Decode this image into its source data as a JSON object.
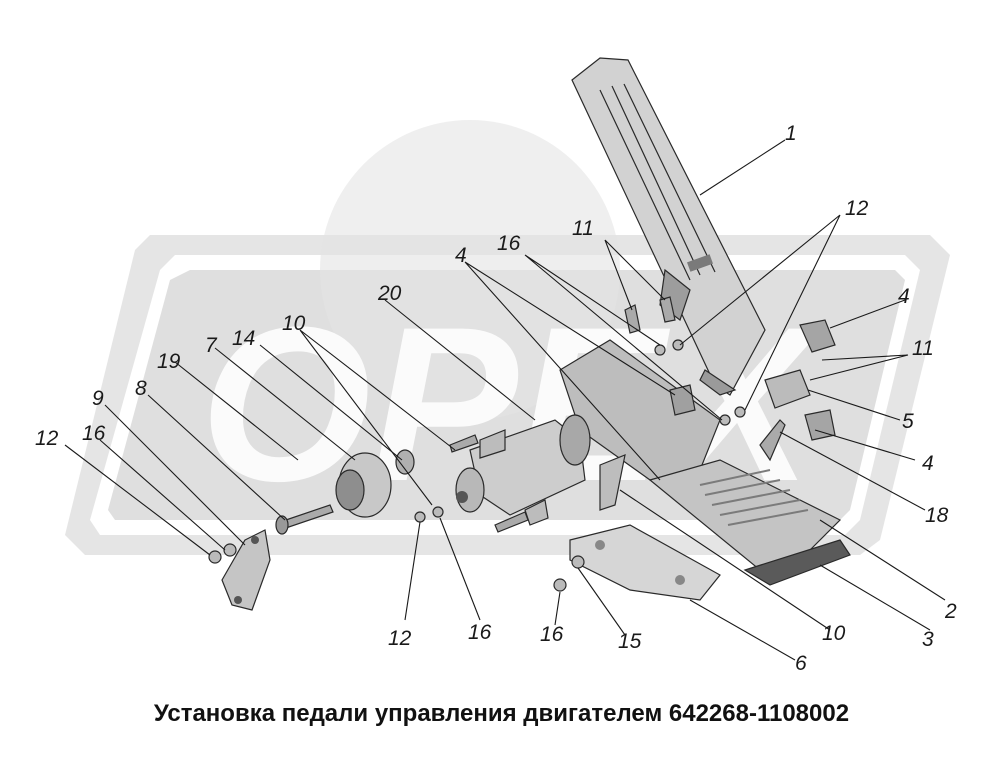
{
  "caption": "Установка педали управления двигателем 642268-1108002",
  "watermark": {
    "text": "ОРЕХ",
    "color": "#d9d9d9"
  },
  "colors": {
    "part_fill": "#cfcfcf",
    "part_dark": "#8a8a8a",
    "outline": "#2a2a2a"
  },
  "callouts": [
    {
      "id": "c1",
      "text": "1"
    },
    {
      "id": "c12a",
      "text": "12"
    },
    {
      "id": "c11a",
      "text": "11"
    },
    {
      "id": "c16a",
      "text": "16"
    },
    {
      "id": "c4a",
      "text": "4"
    },
    {
      "id": "c20",
      "text": "20"
    },
    {
      "id": "c4b",
      "text": "4"
    },
    {
      "id": "c11b",
      "text": "11"
    },
    {
      "id": "c10a",
      "text": "10"
    },
    {
      "id": "c14",
      "text": "14"
    },
    {
      "id": "c7",
      "text": "7"
    },
    {
      "id": "c19",
      "text": "19"
    },
    {
      "id": "c8",
      "text": "8"
    },
    {
      "id": "c9",
      "text": "9"
    },
    {
      "id": "c16b",
      "text": "16"
    },
    {
      "id": "c12b",
      "text": "12"
    },
    {
      "id": "c5",
      "text": "5"
    },
    {
      "id": "c4c",
      "text": "4"
    },
    {
      "id": "c18",
      "text": "18"
    },
    {
      "id": "c2",
      "text": "2"
    },
    {
      "id": "c3",
      "text": "3"
    },
    {
      "id": "c10b",
      "text": "10"
    },
    {
      "id": "c6",
      "text": "6"
    },
    {
      "id": "c15",
      "text": "15"
    },
    {
      "id": "c16c",
      "text": "16"
    },
    {
      "id": "c16d",
      "text": "16"
    },
    {
      "id": "c12c",
      "text": "12"
    }
  ]
}
